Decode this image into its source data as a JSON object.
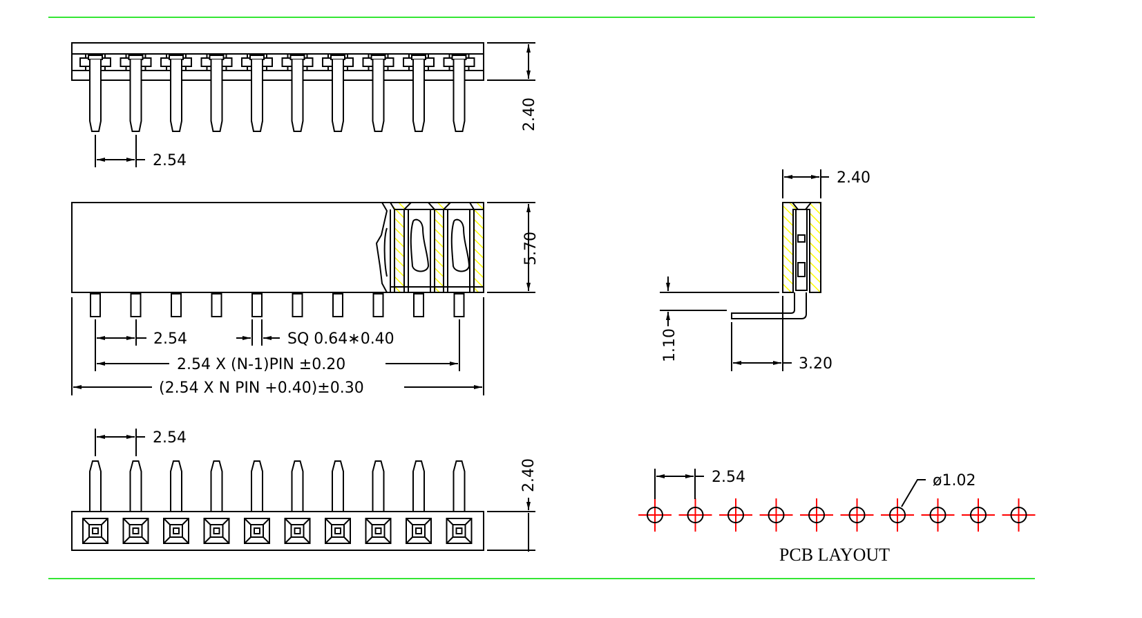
{
  "colors": {
    "frame_line": "#33e633",
    "hatch": "#ffff00",
    "pcb_mark": "#ff0000",
    "ink": "#000000"
  },
  "pin_count": 10,
  "top_view": {
    "pitch_label": "2.54",
    "height_label": "2.40"
  },
  "front_view": {
    "height_label": "5.70",
    "pitch_label": "2.54",
    "pin_size_label": "SQ 0.64∗0.40",
    "span_label": "2.54 X (N-1)PIN  ±0.20",
    "length_label": "(2.54 X N PIN +0.40)±0.30"
  },
  "side_view": {
    "width_label": "2.40",
    "offset_label": "1.10",
    "leg_label": "3.20"
  },
  "bottom_view": {
    "pitch_label": "2.54",
    "height_label": "2.40"
  },
  "pcb_layout": {
    "title": "PCB LAYOUT",
    "pitch_label": "2.54",
    "hole_label": "ø1.02",
    "hole_count": 10
  }
}
